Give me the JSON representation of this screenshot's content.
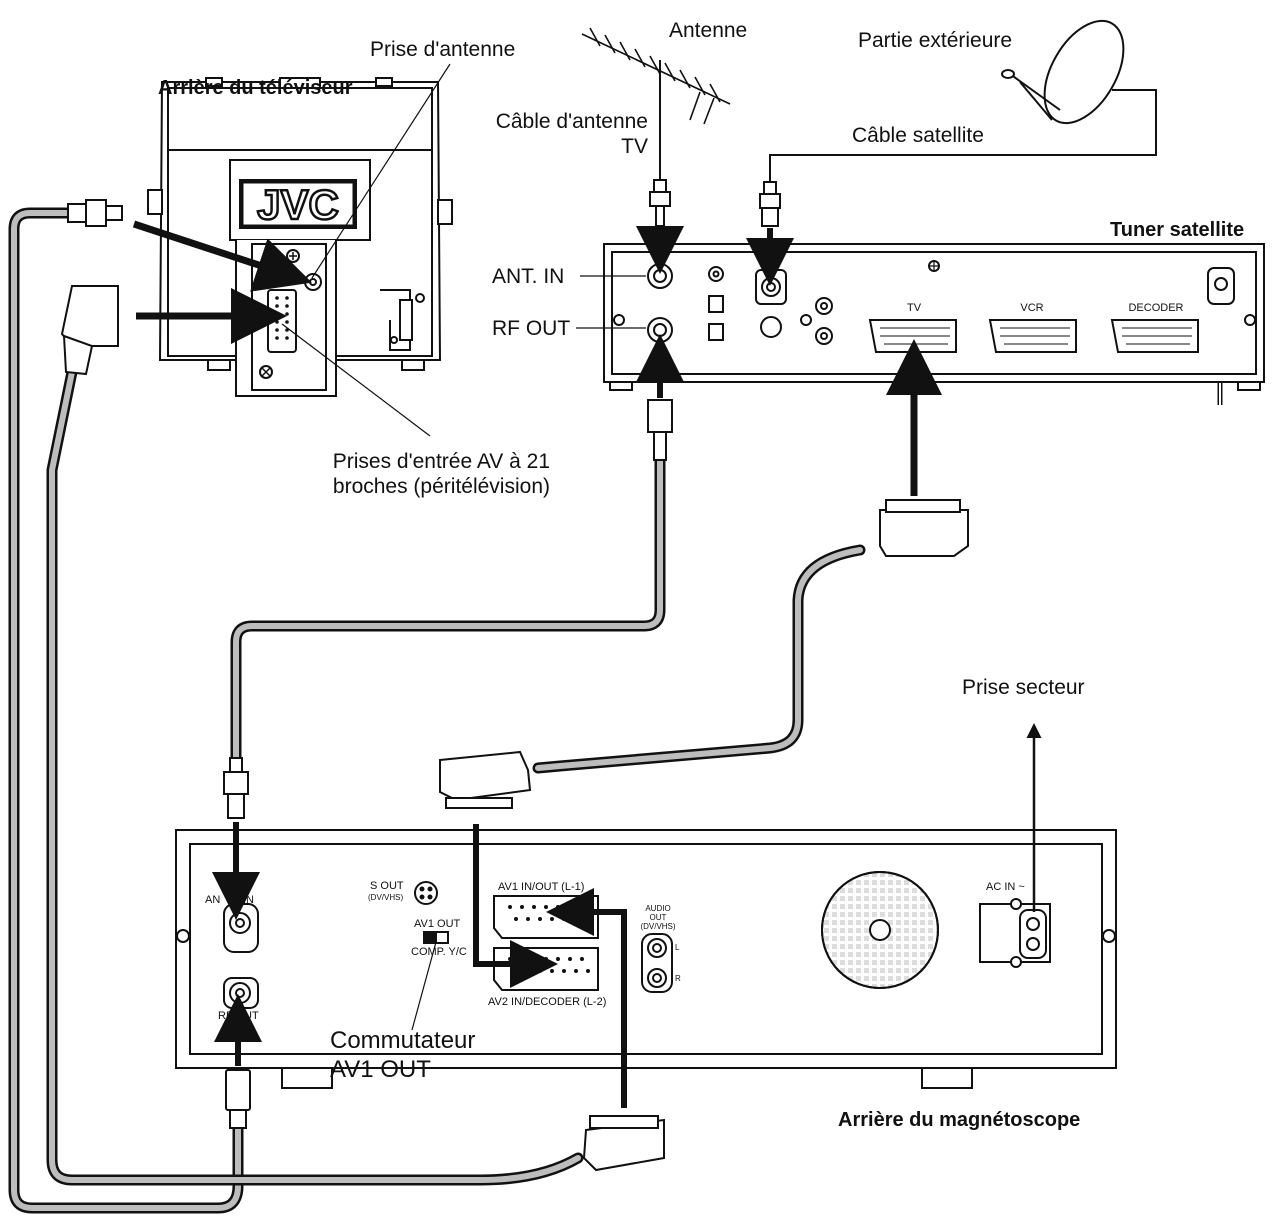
{
  "labels": {
    "tv_rear": "Arrière du téléviseur",
    "antenna_jack": "Prise d'antenne",
    "antenna": "Antenne",
    "outdoor_unit": "Partie extérieure",
    "tv_antenna_cable_l1": "Câble d'antenne",
    "tv_antenna_cable_l2": "TV",
    "satellite_cable": "Câble satellite",
    "satellite_tuner": "Tuner satellite",
    "ant_in": "ANT. IN",
    "rf_out": "RF OUT",
    "av_inputs_l1": "Prises d'entrée AV à 21",
    "av_inputs_l2": "broches (péritélévision)",
    "mains_outlet": "Prise secteur",
    "av1_out_switch_l1": "Commutateur",
    "av1_out_switch_l2": "AV1 OUT",
    "vcr_rear": "Arrière du magnétoscope"
  },
  "tv_logo": "JVC",
  "tuner_panel": {
    "tv": "TV",
    "vcr": "VCR",
    "decoder": "DECODER"
  },
  "vcr_panel": {
    "ant_in_a": "AN",
    "ant_in_b": "IN",
    "rf_out_a": "RF",
    "rf_out_b": "UT",
    "s_out": "S OUT",
    "s_out_sub": "(DV/VHS)",
    "av1_out": "AV1 OUT",
    "comp_yc": "COMP. Y/C",
    "av1_inout": "AV1 IN/OUT (L-1)",
    "av2_in_decoder": "AV2 IN/DECODER (L-2)",
    "audio_out": "AUDIO",
    "audio_out_2": "OUT",
    "audio_out_3": "(DV/VHS)",
    "audio_l": "L",
    "audio_r": "R",
    "ac_in": "AC IN ~"
  }
}
